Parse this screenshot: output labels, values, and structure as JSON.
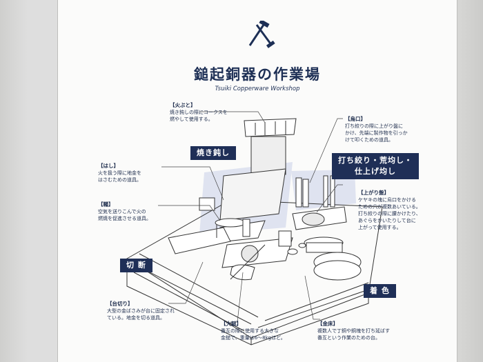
{
  "title": "鎚起銅器の作業場",
  "subtitle": "Tsuiki Copperware Workshop",
  "labels": [
    {
      "key": "hibuto",
      "heading": "【火ぶと】",
      "body": "焼き鈍しの際にコークスを\n燃やして使用する。"
    },
    {
      "key": "hashi",
      "heading": "【はし】",
      "body": "火を扱う際に地金を\nはさむための道具。"
    },
    {
      "key": "fuigo",
      "heading": "【鞴】",
      "body": "空気を送りこんで火の\n燃焼を促進させる道具。"
    },
    {
      "key": "daigiri",
      "heading": "【台切り】",
      "body": "大型の金ばさみが台に固定され\nている。地金を切る道具。"
    },
    {
      "key": "ozuchi",
      "heading": "【大鎚】",
      "body": "番互の際に使用する大きな\n金鎚で、重量は6〜8kgほど。"
    },
    {
      "key": "kanadoko",
      "heading": "【金床】",
      "body": "複数人で丁銅や銅塊を打ち延ばす\n番互という作業のための台。"
    },
    {
      "key": "karasuguchi",
      "heading": "【烏口】",
      "body": "打ち絞りの際に上がり盤に\nかけ、先端に製作物を引っか\nけて叩くための道具。"
    },
    {
      "key": "agaridai",
      "heading": "【上がり盤】",
      "body": "ケヤキの塊に烏口をかける\nための穴が複数あいている。\n打ち絞りの際に腰かけたり、\nあぐらをかいたりして台に\n上がって使用する。"
    }
  ],
  "tags": {
    "yakinamashi": "焼き鈍し",
    "uchishibori": "打ち絞り・荒均し・\n仕上げ均し",
    "setsudan": "切 断",
    "chakushoku": "着 色"
  }
}
